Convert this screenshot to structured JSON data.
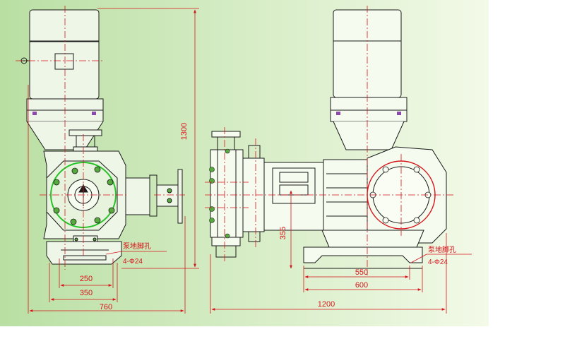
{
  "colors": {
    "background_start": "#b9dfa3",
    "background_end": "#f3fae8",
    "outline": "#1a1a1a",
    "dimension": "#d8141b",
    "centerline": "#d8141b",
    "bolt_highlight": "#27c227",
    "bolt_fill": "#56ab3c",
    "motor_bolt": "#8b4aa8"
  },
  "dimensions": {
    "height_total": "1300",
    "width_250": "250",
    "width_350": "350",
    "width_760": "760",
    "length_1200": "1200",
    "length_550": "550",
    "length_600": "600",
    "height_355": "355"
  },
  "labels": {
    "foot_hole_left": "泵地脚孔",
    "foot_hole_spec_left": "4-Φ24",
    "foot_hole_right": "泵地脚孔",
    "foot_hole_spec_right": "4-Φ24"
  }
}
